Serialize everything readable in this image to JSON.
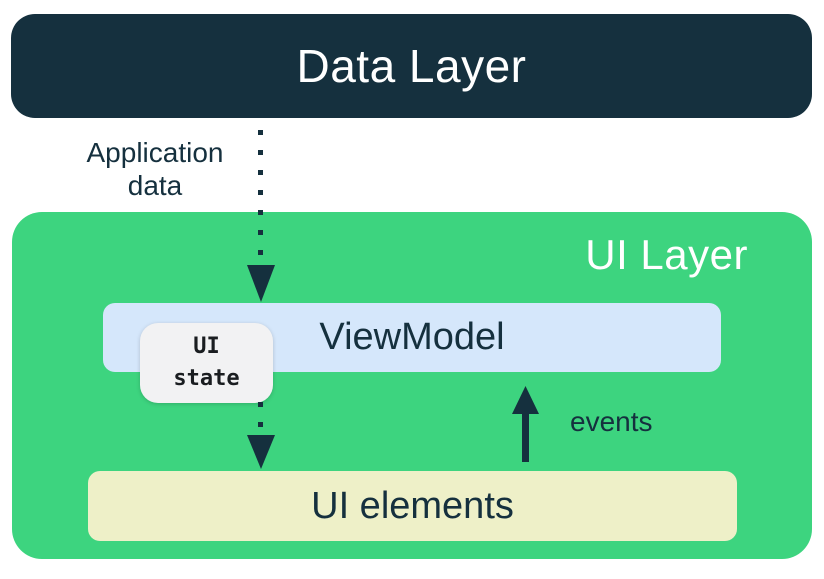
{
  "colors": {
    "navy": "#15303e",
    "green": "#3dd47f",
    "light_blue": "#d5e7fb",
    "yellow": "#eef0c8",
    "gray": "#f2f2f3",
    "white": "#ffffff"
  },
  "diagram": {
    "data_layer": {
      "label": "Data Layer"
    },
    "ui_layer": {
      "label": "UI Layer"
    },
    "viewmodel": {
      "label": "ViewModel"
    },
    "ui_state_badge": {
      "label": "UI state"
    },
    "ui_elements": {
      "label": "UI elements"
    },
    "arrows": {
      "application_data_label": "Application data",
      "events_label": "events"
    }
  }
}
